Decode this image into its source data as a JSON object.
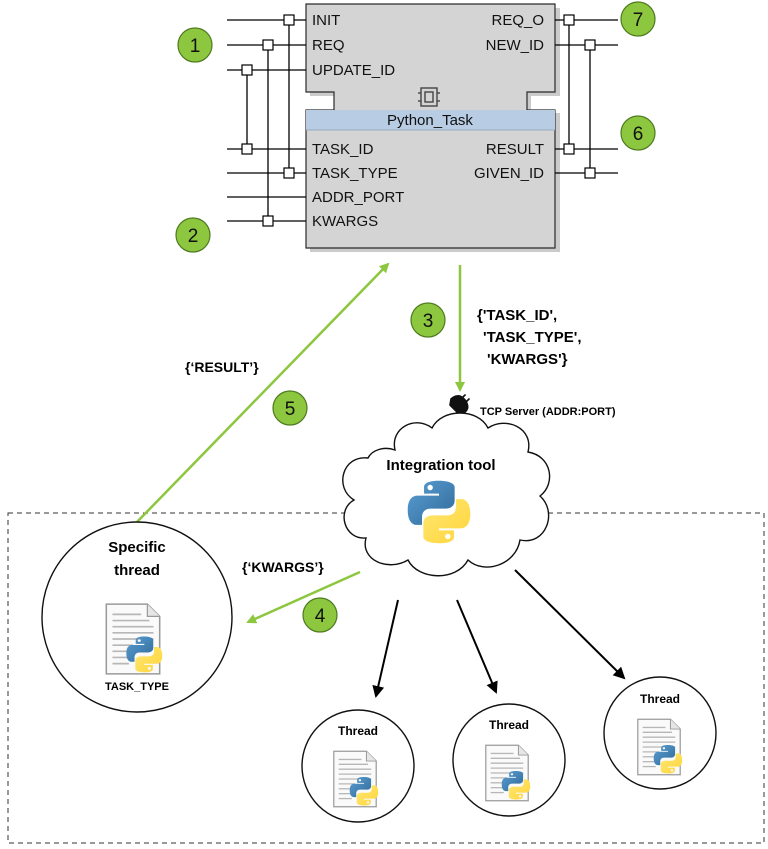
{
  "function_block": {
    "title": "Python_Task",
    "event_inputs": [
      "INIT",
      "REQ",
      "UPDATE_ID"
    ],
    "event_outputs": [
      "REQ_O",
      "NEW_ID"
    ],
    "data_inputs": [
      "TASK_ID",
      "TASK_TYPE",
      "ADDR_PORT",
      "KWARGS"
    ],
    "data_outputs": [
      "RESULT",
      "GIVEN_ID"
    ]
  },
  "steps": {
    "s1": "1",
    "s2": "2",
    "s3": "3",
    "s4": "4",
    "s5": "5",
    "s6": "6",
    "s7": "7"
  },
  "step3_label": [
    "{'TASK_ID',",
    "'TASK_TYPE',",
    "'KWARGS'}"
  ],
  "step5_label": "{‘RESULT’}",
  "step4_label": "{‘KWARGS’}",
  "tcp_server_label": "TCP Server (ADDR:PORT)",
  "integration_tool_label": "Integration tool",
  "specific_thread": {
    "title_line1": "Specific",
    "title_line2": "thread",
    "file_label": "TASK_TYPE"
  },
  "threads": [
    "Thread",
    "Thread",
    "Thread"
  ],
  "colors": {
    "step_fill": "#8dc63f",
    "arrow_green": "#8dc63f",
    "block_fill": "#d4d4d4",
    "title_bar": "#b8cce4"
  }
}
